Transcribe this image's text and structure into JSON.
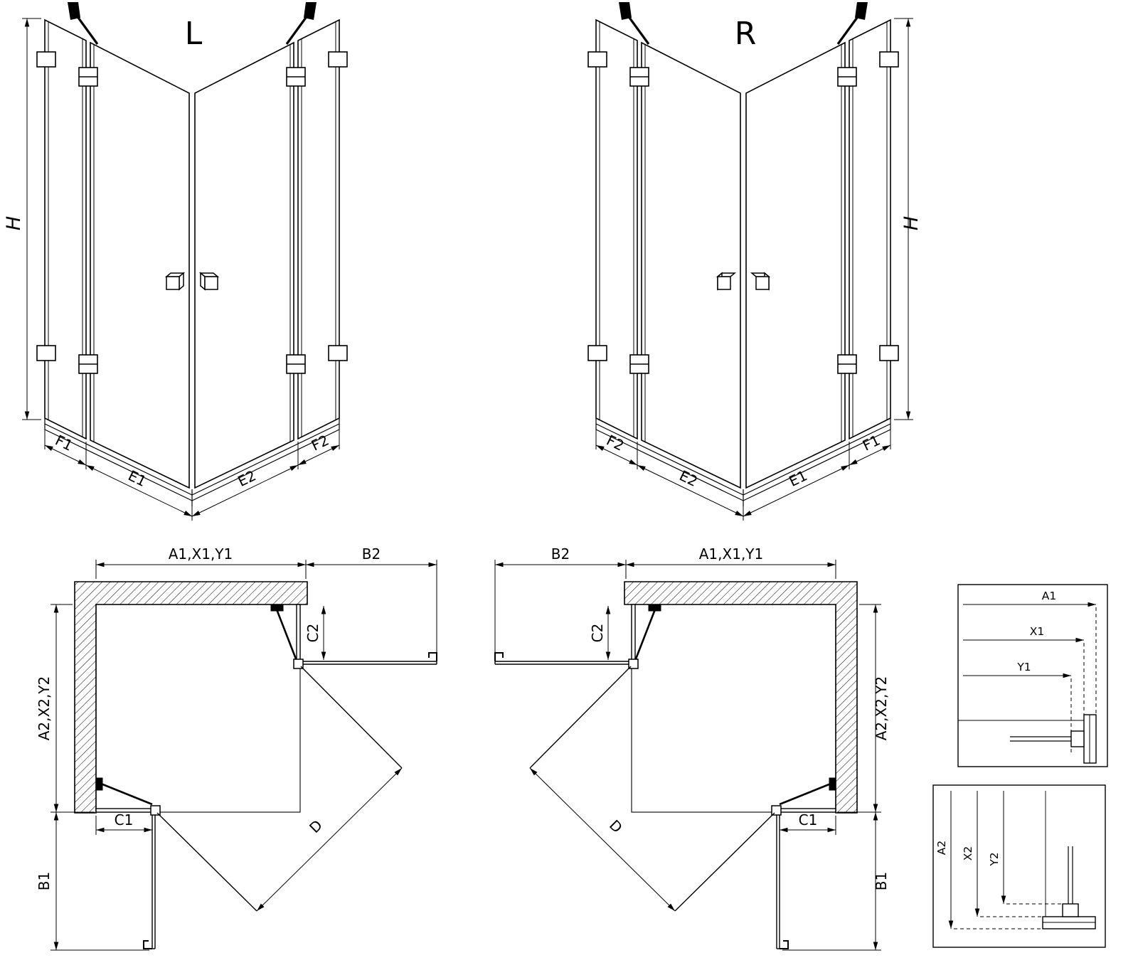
{
  "perspective_left": {
    "label": "L",
    "height_dim": "H",
    "bottom_dims": [
      "F1",
      "E1",
      "E2",
      "F2"
    ]
  },
  "perspective_right": {
    "label": "R",
    "height_dim": "H",
    "bottom_dims": [
      "F2",
      "E2",
      "E1",
      "F1"
    ]
  },
  "plan_left": {
    "top_width_dim": "A1,X1,Y1",
    "top_clearance_dim": "B2",
    "side_depth_dim": "A2,X2,Y2",
    "fixed_top_dim": "C2",
    "fixed_bottom_dim": "C1",
    "bottom_clearance_dim": "B1",
    "diagonal_dim": "D"
  },
  "plan_right": {
    "top_width_dim": "A1,X1,Y1",
    "top_clearance_dim": "B2",
    "side_depth_dim": "A2,X2,Y2",
    "fixed_top_dim": "C2",
    "fixed_bottom_dim": "C1",
    "bottom_clearance_dim": "B1",
    "diagonal_dim": "D"
  },
  "detail_width": {
    "dims": [
      "A1",
      "X1",
      "Y1"
    ]
  },
  "detail_depth": {
    "dims": [
      "A2",
      "X2",
      "Y2"
    ]
  }
}
